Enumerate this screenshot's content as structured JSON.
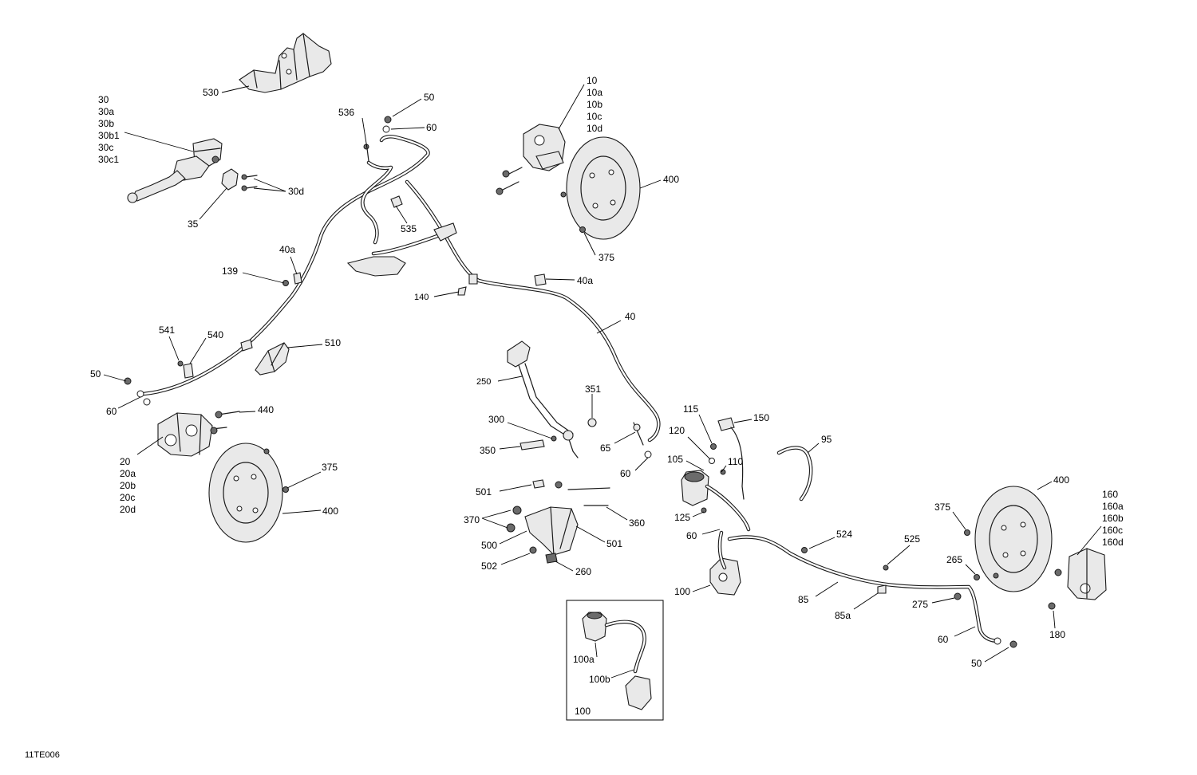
{
  "diagram_id": "11TE006",
  "labels": {
    "530": "530",
    "30_group": [
      "30",
      "30a",
      "30b",
      "30b1",
      "30c",
      "30c1"
    ],
    "30d": "30d",
    "35": "35",
    "536": "536",
    "50_top": "50",
    "60_top": "60",
    "10_group": [
      "10",
      "10a",
      "10b",
      "10c",
      "10d"
    ],
    "400_top": "400",
    "375_top": "375",
    "535": "535",
    "40a_left": "40a",
    "139": "139",
    "140": "140",
    "40a_right": "40a",
    "40": "40",
    "541": "541",
    "540": "540",
    "510": "510",
    "50_left": "50",
    "60_left": "60",
    "440": "440",
    "20_group": [
      "20",
      "20a",
      "20b",
      "20c",
      "20d"
    ],
    "375_left": "375",
    "400_left": "400",
    "250": "250",
    "351": "351",
    "300": "300",
    "350": "350",
    "65": "65",
    "60_mid": "60",
    "115": "115",
    "150": "150",
    "120": "120",
    "105": "105",
    "110": "110",
    "95": "95",
    "125": "125",
    "60_mid2": "60",
    "501_top": "501",
    "370": "370",
    "360": "360",
    "500": "500",
    "501_bottom": "501",
    "502": "502",
    "260": "260",
    "100": "100",
    "524": "524",
    "85": "85",
    "525": "525",
    "85a": "85a",
    "400_right": "400",
    "375_right": "375",
    "160_group": [
      "160",
      "160a",
      "160b",
      "160c",
      "160d"
    ],
    "265": "265",
    "275": "275",
    "60_right": "60",
    "50_right": "50",
    "180": "180",
    "100a": "100a",
    "100b": "100b",
    "100_inset": "100"
  }
}
